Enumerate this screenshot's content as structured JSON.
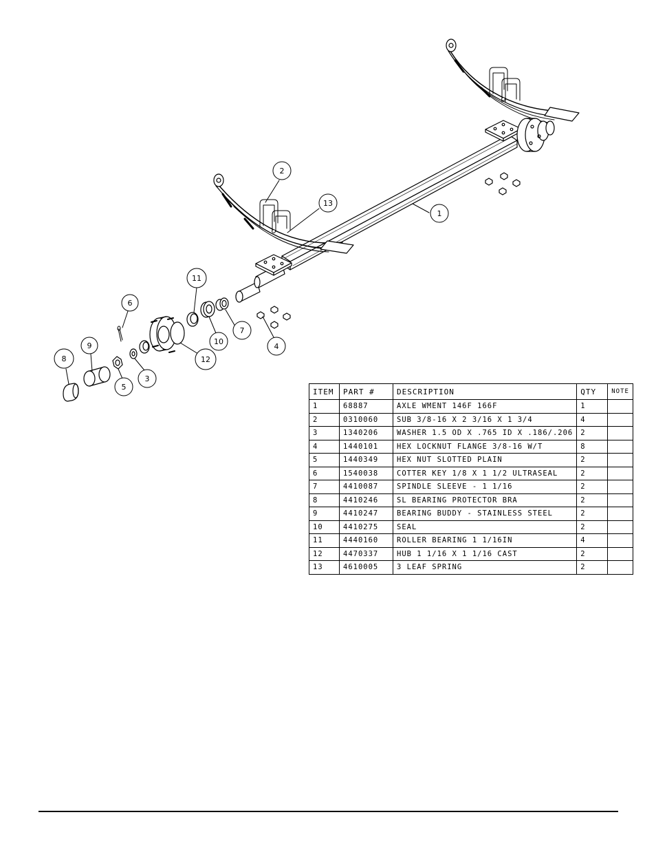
{
  "callouts": [
    "1",
    "2",
    "3",
    "4",
    "5",
    "6",
    "7",
    "8",
    "9",
    "10",
    "11",
    "12",
    "13"
  ],
  "bom": {
    "headers": {
      "item": "ITEM",
      "part": "PART #",
      "description": "DESCRIPTION",
      "qty": "QTY",
      "note": "NOTE"
    },
    "rows": [
      {
        "item": "1",
        "part": "68887",
        "description": "AXLE WMENT  146F 166F",
        "qty": "1",
        "note": ""
      },
      {
        "item": "2",
        "part": "0310060",
        "description": "SUB 3/8-16 X 2 3/16 X 1 3/4",
        "qty": "4",
        "note": ""
      },
      {
        "item": "3",
        "part": "1340206",
        "description": "WASHER 1.5 OD X .765 ID X .186/.206",
        "qty": "2",
        "note": ""
      },
      {
        "item": "4",
        "part": "1440101",
        "description": "HEX LOCKNUT FLANGE 3/8-16 W/T",
        "qty": "8",
        "note": ""
      },
      {
        "item": "5",
        "part": "1440349",
        "description": "HEX NUT SLOTTED PLAIN",
        "qty": "2",
        "note": ""
      },
      {
        "item": "6",
        "part": "1540038",
        "description": "COTTER KEY 1/8 X 1 1/2 ULTRASEAL",
        "qty": "2",
        "note": ""
      },
      {
        "item": "7",
        "part": "4410087",
        "description": "SPINDLE SLEEVE - 1 1/16",
        "qty": "2",
        "note": ""
      },
      {
        "item": "8",
        "part": "4410246",
        "description": "SL BEARING PROTECTOR BRA",
        "qty": "2",
        "note": ""
      },
      {
        "item": "9",
        "part": "4410247",
        "description": "BEARING BUDDY - STAINLESS STEEL",
        "qty": "2",
        "note": ""
      },
      {
        "item": "10",
        "part": "4410275",
        "description": "SEAL",
        "qty": "2",
        "note": ""
      },
      {
        "item": "11",
        "part": "4440160",
        "description": "ROLLER BEARING  1 1/16IN",
        "qty": "4",
        "note": ""
      },
      {
        "item": "12",
        "part": "4470337",
        "description": "HUB  1 1/16 X 1 1/16 CAST",
        "qty": "2",
        "note": ""
      },
      {
        "item": "13",
        "part": "4610005",
        "description": "3 LEAF SPRING",
        "qty": "2",
        "note": ""
      }
    ]
  }
}
